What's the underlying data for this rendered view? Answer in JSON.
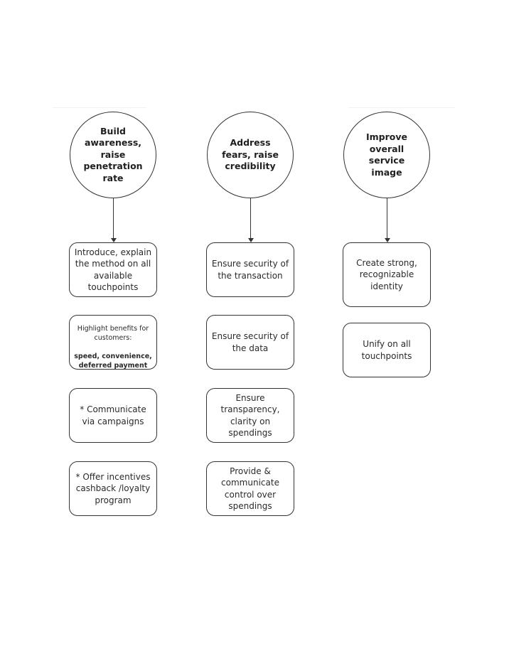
{
  "diagram": {
    "columns": [
      {
        "goal": "Build awareness, raise penetration rate",
        "actions": [
          {
            "text": "Introduce, explain the method on all available touchpoints"
          },
          {
            "text": "Highlight benefits for customers:",
            "emphasis": "speed, convenience, deferred payment"
          },
          {
            "text": "* Communicate via campaigns"
          },
          {
            "text": "* Offer incentives cashback /loyalty program"
          }
        ]
      },
      {
        "goal": "Address fears, raise credibility",
        "actions": [
          {
            "text": "Ensure security of the transaction"
          },
          {
            "text": "Ensure security of the data"
          },
          {
            "text": "Ensure transparency, clarity on spendings"
          },
          {
            "text": "Provide & communicate control over spendings"
          }
        ]
      },
      {
        "goal": "Improve overall service image",
        "actions": [
          {
            "text": "Create strong, recognizable identity"
          },
          {
            "text": "Unify on all touchpoints"
          }
        ]
      }
    ],
    "colors": {
      "stroke": "#333333",
      "text": "#222222",
      "background": "#ffffff"
    }
  }
}
